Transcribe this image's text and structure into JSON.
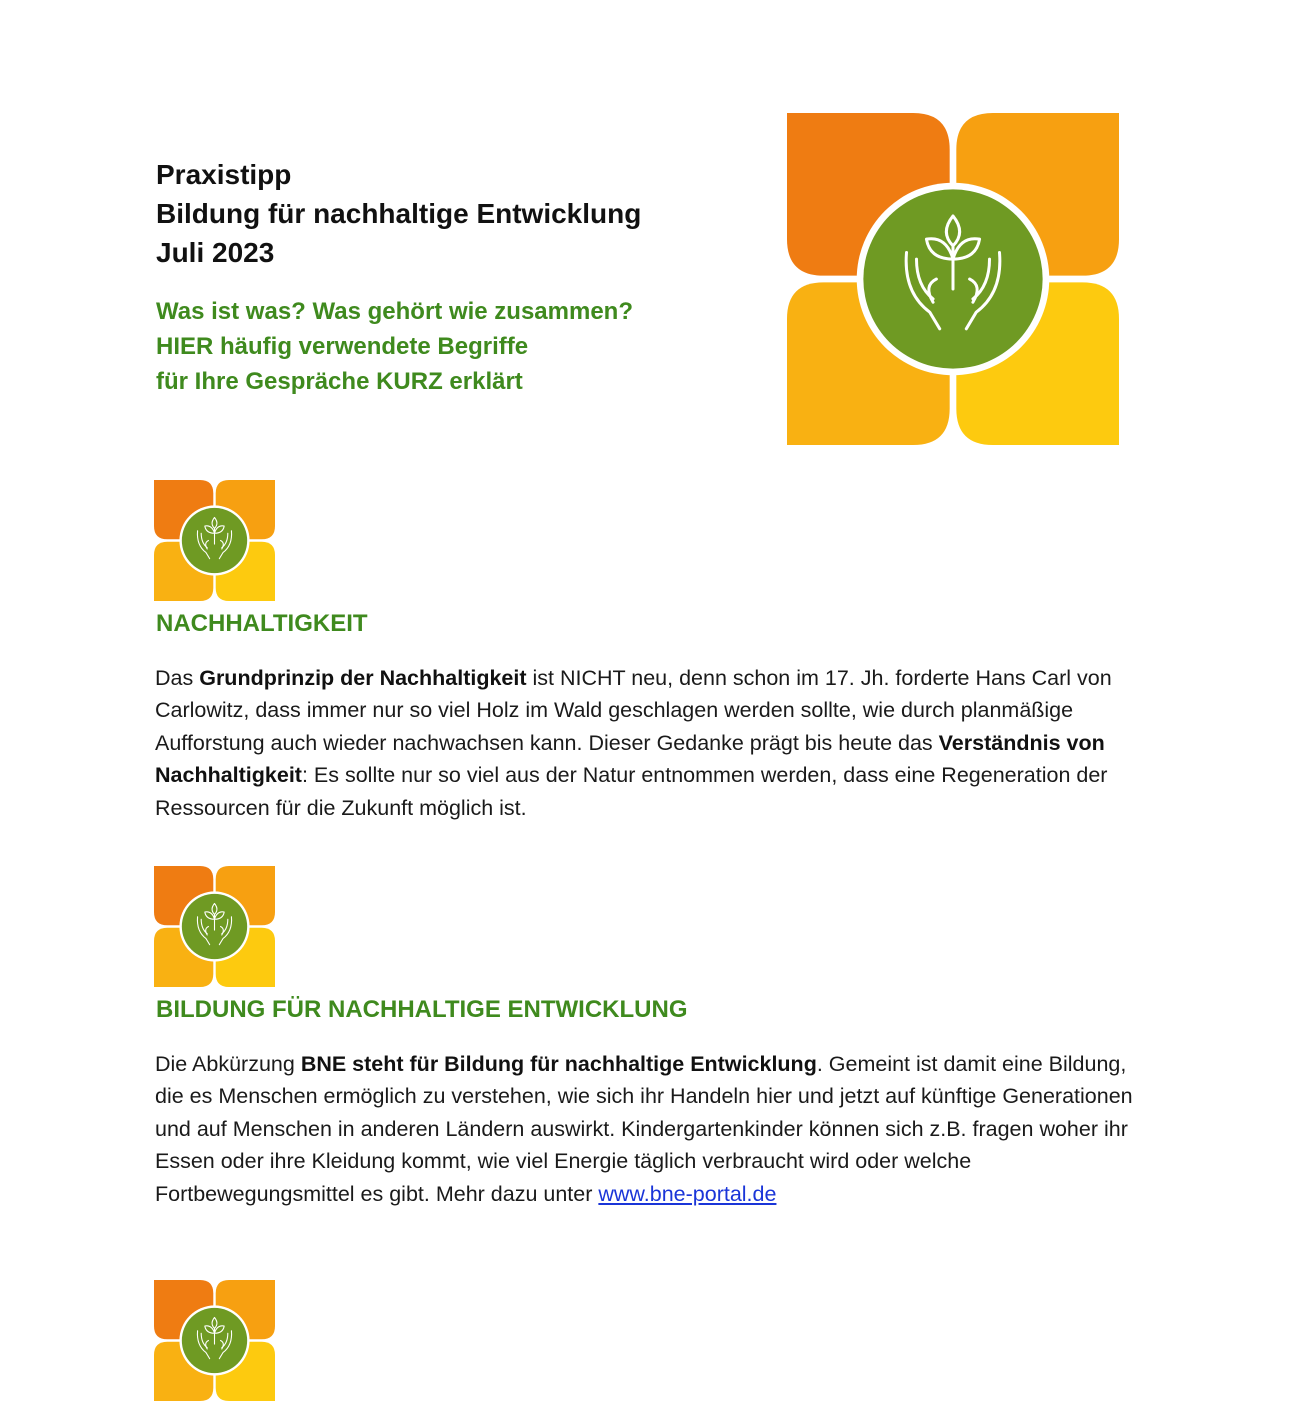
{
  "header": {
    "title_lines": [
      "Praxistipp",
      "Bildung für nachhaltige Entwicklung",
      "Juli 2023"
    ],
    "subtitle_lines": [
      "Was ist was? Was gehört wie zusammen?",
      "HIER häufig verwendete Begriffe",
      "für Ihre Gespräche KURZ erklärt"
    ]
  },
  "colors": {
    "green_text": "#3f8a1e",
    "circle_green": "#6f9a23",
    "petal_top_left": "#ef7c12",
    "petal_top_right": "#f7a011",
    "petal_bottom_left": "#f9b112",
    "petal_bottom_right": "#fdca0f",
    "link": "#1a35d8"
  },
  "logo": {
    "icon": "hands-sprout-icon"
  },
  "sections": [
    {
      "heading": "NACHHALTIGKEIT",
      "body": [
        {
          "t": "Das "
        },
        {
          "t": "Grundprinzip der Nachhaltigkeit",
          "b": true
        },
        {
          "t": " ist NICHT neu, denn schon im 17. Jh. forderte Hans Carl von Carlowitz, dass immer nur so viel Holz im Wald geschlagen werden sollte, wie durch planmäßige Aufforstung auch wieder nachwachsen kann. Dieser Gedanke prägt bis heute das "
        },
        {
          "t": "Verständnis von Nachhaltigkeit",
          "b": true
        },
        {
          "t": ": Es sollte nur so viel aus der Natur entnommen werden, dass eine Regeneration der Ressourcen für die Zukunft möglich ist."
        }
      ]
    },
    {
      "heading": "BILDUNG FÜR NACHHALTIGE ENTWICKLUNG",
      "body": [
        {
          "t": "Die Abkürzung "
        },
        {
          "t": "BNE steht für Bildung für nachhaltige Entwicklung",
          "b": true
        },
        {
          "t": ". Gemeint ist damit eine Bildung, die es Menschen ermöglich zu verstehen, wie sich ihr Handeln hier und jetzt auf künftige Generationen und auf Menschen in anderen Ländern auswirkt. Kindergartenkinder können sich z.B. fragen woher ihr Essen oder ihre Kleidung kommt, wie viel Energie täglich verbraucht wird oder welche Fortbewegungsmittel es gibt. Mehr dazu unter "
        },
        {
          "t": "www.bne-portal.de",
          "link": true
        }
      ]
    }
  ]
}
